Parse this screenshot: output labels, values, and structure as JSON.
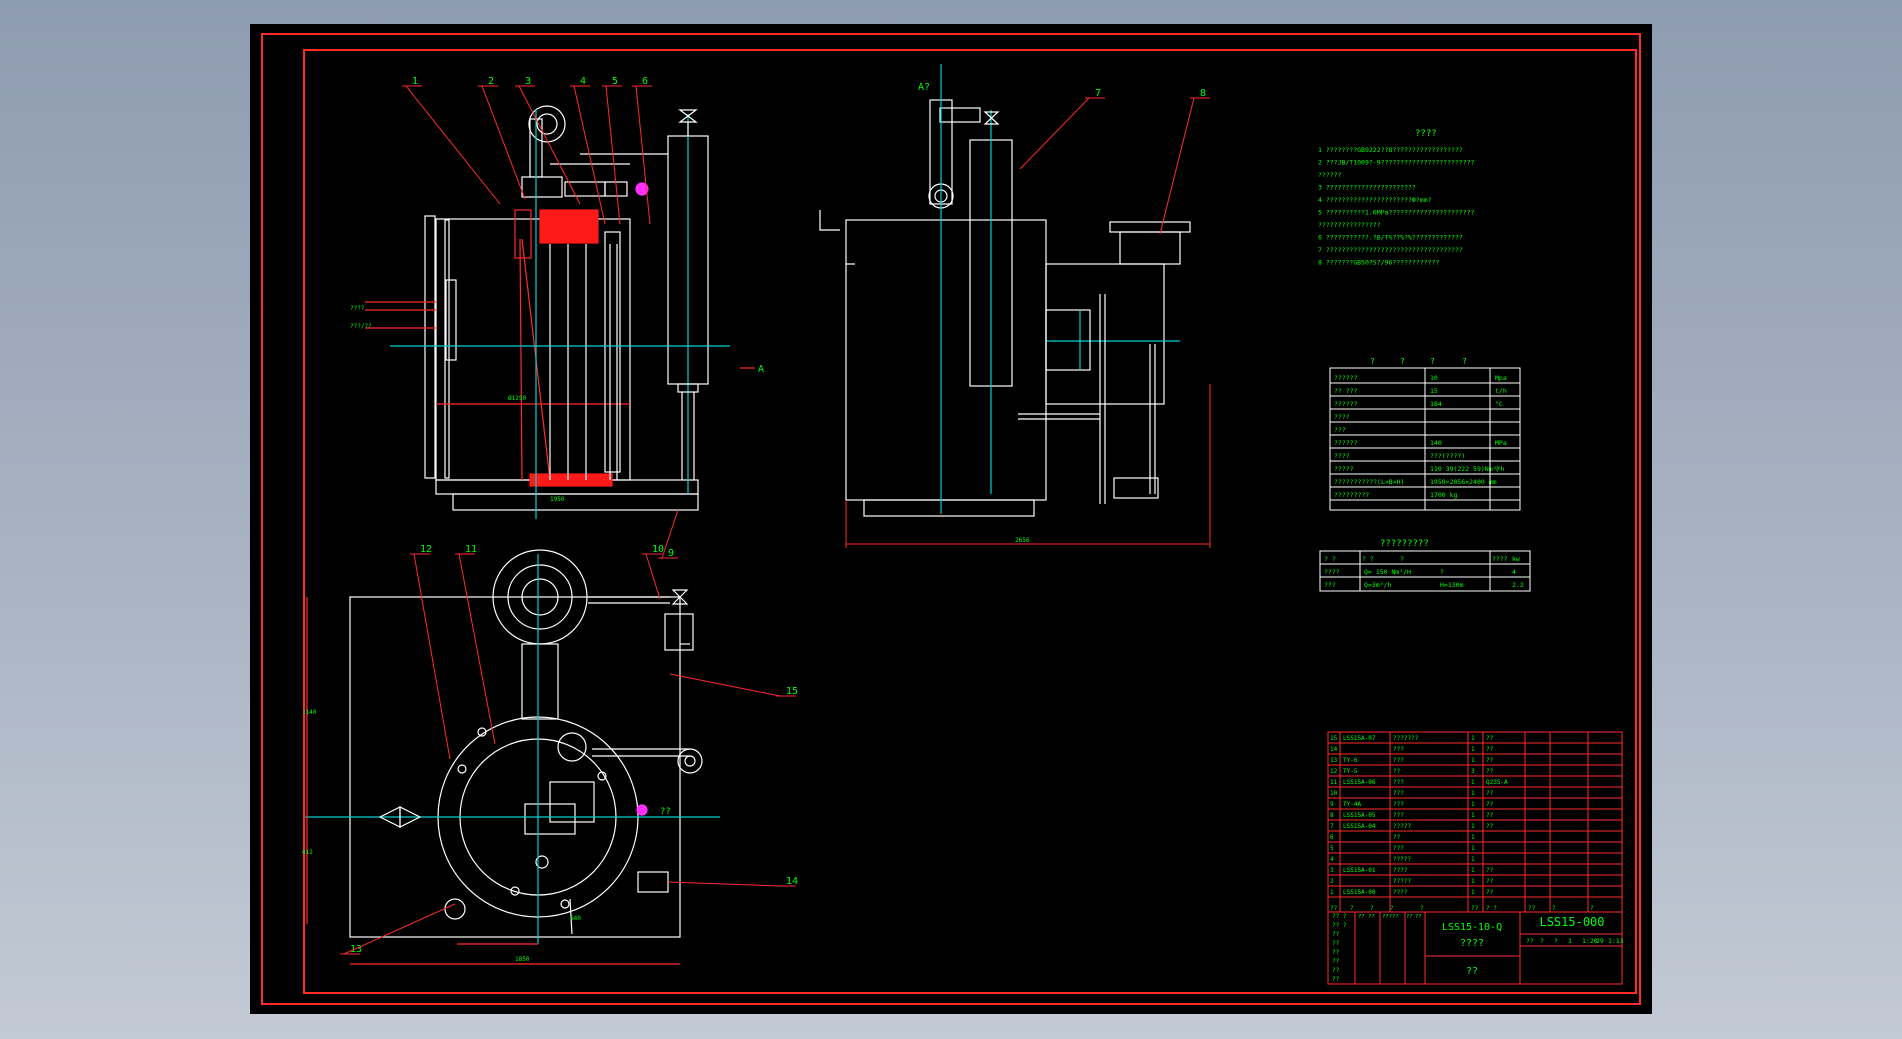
{
  "colors": {
    "frame": "#ff2a2a",
    "outline": "#ffffff",
    "center": "#00d0d0",
    "text": "#00ff00",
    "fill": "#ff2020",
    "magenta": "#ff30ff",
    "bg": "#000000"
  },
  "callouts": [
    "1",
    "2",
    "3",
    "4",
    "5",
    "6",
    "7",
    "8",
    "9",
    "10",
    "11",
    "12",
    "13",
    "14",
    "15"
  ],
  "labels": {
    "view_a": "A",
    "view_a_top": "A?",
    "dim_front_w": "1950",
    "dim_side_w": "2656",
    "dim_plan_w": "1850",
    "dim_plan_h": "1140",
    "dim_plan_inner": "640",
    "dim_plan_side": "812",
    "dim_d": "Ø1250",
    "valve_tag": "??",
    "level_codes": [
      "????",
      "???/??"
    ]
  },
  "notes": {
    "title": "????",
    "lines": [
      "1  ????????GB9222??8??????????????????",
      "2  ???JB/T1009?-9????????????????????????",
      "   ??????",
      "3  ???????????????????????",
      "4  ??????????????????????Ф?mm?",
      "5  ??????????1.6MPa??????????????????????",
      "   ????????????????",
      "6  ???????????.?B/T%??%?%?????????????",
      "7  ???????????????????????????????????",
      "8  ???????GB50?S?/96????????????"
    ]
  },
  "spec_table": {
    "header": [
      "?",
      "?",
      "?",
      "?"
    ],
    "rows": [
      [
        "??????",
        "10",
        "Mpa"
      ],
      [
        "?? ???",
        "15",
        "t/h"
      ],
      [
        "??????",
        "184",
        "°C"
      ],
      [
        "????",
        "",
        ""
      ],
      [
        "???",
        "",
        ""
      ],
      [
        "??????",
        "140",
        "MPa"
      ],
      [
        "????",
        "???(????)",
        ""
      ],
      [
        "?????",
        "110 39(222 59)Nm³/h",
        "?"
      ],
      [
        "???????????(L×B×H)",
        "1950×2056×2400 mm",
        ""
      ],
      [
        "?????????",
        "1700 kg",
        ""
      ]
    ]
  },
  "pump_table": {
    "title": "?????????",
    "header": [
      "? ?",
      "? ?",
      "?",
      "????",
      "kw"
    ],
    "rows": [
      [
        "????",
        "Q= 150 Nm³/H",
        "?",
        "",
        "4"
      ],
      [
        "???",
        "Q=3m³/h",
        "H=130m",
        "",
        "2.2"
      ]
    ]
  },
  "parts_list": {
    "rows": [
      [
        "15",
        "LSS15A-07",
        "???????",
        "1",
        "??"
      ],
      [
        "14",
        "",
        "???",
        "1",
        "??"
      ],
      [
        "13",
        "TY-6",
        "???",
        "1",
        "??"
      ],
      [
        "12",
        "TY-5",
        "??",
        "3",
        "??"
      ],
      [
        "11",
        "LSS15A-06",
        "???",
        "1",
        "Q235-A"
      ],
      [
        "10",
        "",
        "???",
        "1",
        "??"
      ],
      [
        "9",
        "TY-4A",
        "???",
        "1",
        "??"
      ],
      [
        "8",
        "LSS15A-05",
        "???",
        "1",
        "??"
      ],
      [
        "7",
        "LSS15A-04",
        "?????",
        "1",
        "??"
      ],
      [
        "6",
        "",
        "??",
        "1",
        ""
      ],
      [
        "5",
        "",
        "???",
        "1",
        ""
      ],
      [
        "4",
        "",
        "?????",
        "1",
        ""
      ],
      [
        "3",
        "LSS15A-01",
        "????",
        "1",
        "??"
      ],
      [
        "2",
        "",
        "?????",
        "1",
        "??"
      ],
      [
        "1",
        "LSS15A-00",
        "????",
        "1",
        "??"
      ]
    ],
    "header": [
      "??",
      "?",
      "?",
      "?",
      "?",
      "??",
      "? ?",
      "??",
      "?",
      "?"
    ]
  },
  "title_block": {
    "drawing_no": "LSS15-000",
    "model": "LSS15-10-Q",
    "name": "????",
    "company": "??",
    "scale_row": [
      "??",
      "?",
      "?",
      "1",
      "1:20",
      "29",
      "1:13"
    ],
    "left_rows": [
      "?? ?",
      "?? ?",
      "??",
      "??",
      "??",
      "??",
      "??",
      "??"
    ],
    "left_cols": [
      "??",
      "??",
      "?????",
      "??",
      "??"
    ]
  }
}
